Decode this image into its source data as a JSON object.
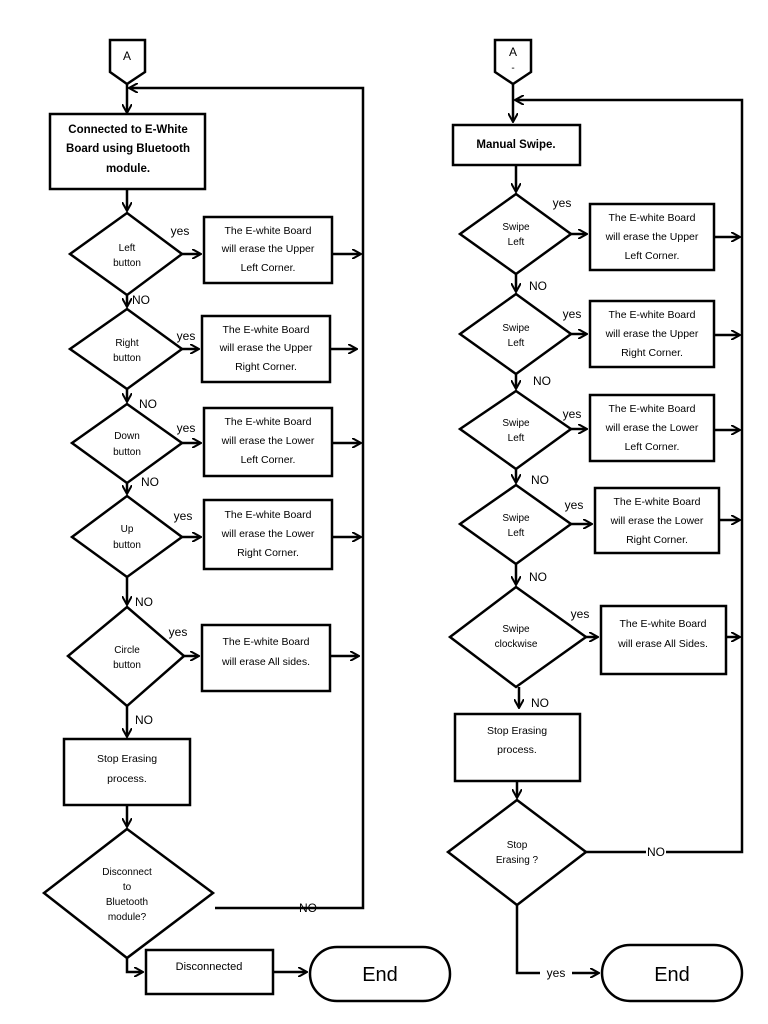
{
  "left": {
    "connector": "A",
    "start_box": [
      "Connected to  E-White",
      "Board using Bluetooth",
      "module."
    ],
    "decisions": [
      {
        "label": [
          "Left",
          "button"
        ],
        "result": [
          "The E-white Board",
          "will erase the Upper",
          "Left Corner."
        ]
      },
      {
        "label": [
          "Right",
          "button"
        ],
        "result": [
          "The E-white Board",
          "will erase the Upper",
          "Right Corner."
        ]
      },
      {
        "label": [
          "Down",
          "button"
        ],
        "result": [
          "The E-white Board",
          "will erase the Lower",
          "Left Corner."
        ]
      },
      {
        "label": [
          "Up",
          "button"
        ],
        "result": [
          "The E-white Board",
          "will erase the Lower",
          "Right Corner."
        ]
      },
      {
        "label": [
          "Circle",
          "button"
        ],
        "result": [
          "The E-white Board",
          "will erase All sides."
        ]
      }
    ],
    "stop_box": [
      "Stop Erasing",
      "process."
    ],
    "final_decision": [
      "Disconnect",
      "to",
      "Bluetooth",
      "module?"
    ],
    "disconnected": "Disconnected",
    "end": "End",
    "yes": "yes",
    "no": "NO"
  },
  "right": {
    "connector": "A",
    "connector_sub": "-",
    "start_box": "Manual Swipe.",
    "decisions": [
      {
        "label": [
          "Swipe",
          "Left"
        ],
        "result": [
          "The E-white Board",
          "will erase the Upper",
          "Left Corner."
        ]
      },
      {
        "label": [
          "Swipe",
          "Left"
        ],
        "result": [
          "The E-white Board",
          "will erase the Upper",
          "Right Corner."
        ]
      },
      {
        "label": [
          "Swipe",
          "Left"
        ],
        "result": [
          "The E-white Board",
          "will erase the Lower",
          "Left Corner."
        ]
      },
      {
        "label": [
          "Swipe",
          "Left"
        ],
        "result": [
          "The E-white Board",
          "will erase the Lower",
          "Right Corner."
        ]
      },
      {
        "label": [
          "Swipe",
          "clockwise"
        ],
        "result": [
          "The E-white Board",
          "will erase All Sides."
        ]
      }
    ],
    "stop_box": [
      "Stop Erasing",
      "process."
    ],
    "final_decision": [
      "Stop",
      "Erasing ?"
    ],
    "end": "End",
    "yes": "yes",
    "no": "NO"
  }
}
